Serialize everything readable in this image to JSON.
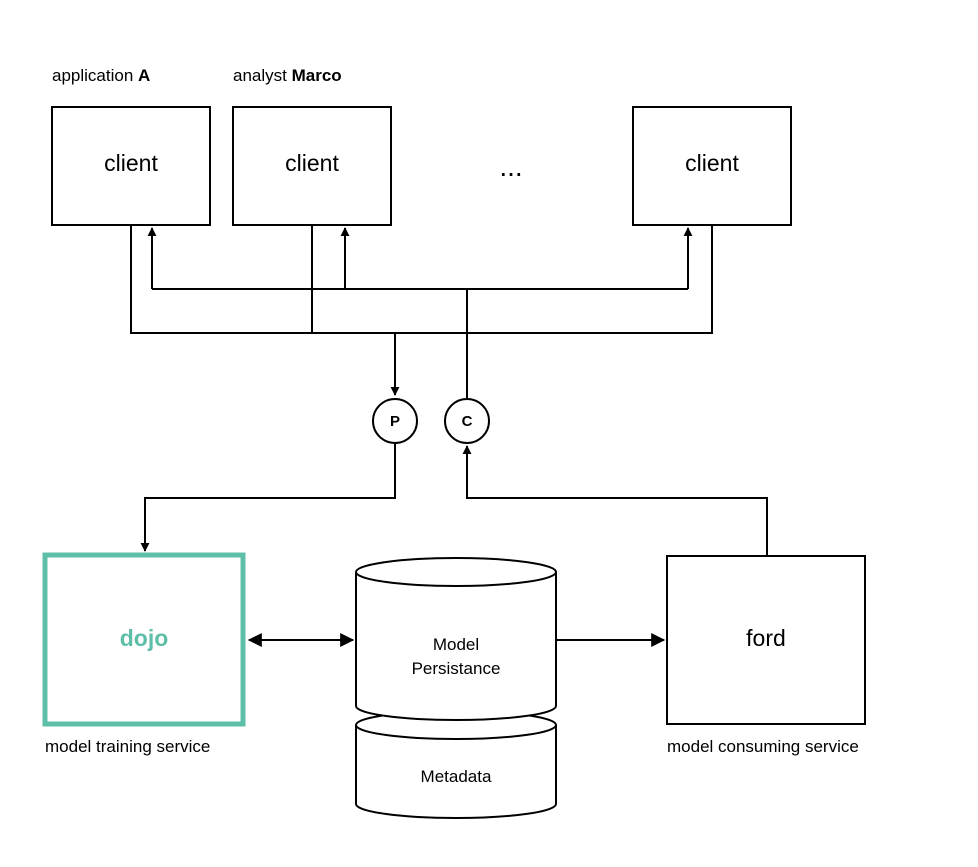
{
  "client_headers": [
    {
      "prefix": "application ",
      "name": "A"
    },
    {
      "prefix": "analyst ",
      "name": "Marco"
    }
  ],
  "clients": [
    {
      "label": "client"
    },
    {
      "label": "client"
    },
    {
      "label": "client"
    }
  ],
  "ellipsis": "...",
  "queues": {
    "produce": "P",
    "consume": "C"
  },
  "dojo": {
    "title": "dojo",
    "caption": "model training service",
    "accent_color": "#5dbfa8"
  },
  "storage": {
    "model_line1": "Model",
    "model_line2": "Persistance",
    "metadata": "Metadata"
  },
  "ford": {
    "title": "ford",
    "caption": "model consuming service"
  }
}
